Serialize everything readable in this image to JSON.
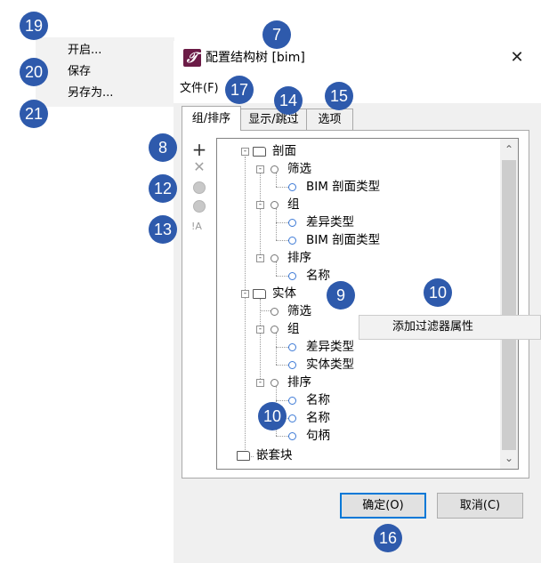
{
  "file_menu": {
    "items": [
      "开启...",
      "保存",
      "另存为..."
    ]
  },
  "dialog": {
    "title": "配置结构树 [bim]",
    "app_icon_glyph": "𝒯",
    "close_glyph": "✕",
    "menu": {
      "file": "文件(F)"
    },
    "tabs": [
      "组/排序",
      "显示/跳过",
      "选项"
    ],
    "active_tab": 0,
    "toolbar": {
      "add_glyph": "+",
      "remove_glyph": "✕",
      "ia_label": "!A"
    },
    "tree_nodes": [
      "剖面",
      "筛选",
      "BIM 剖面类型",
      "组",
      "差异类型",
      "BIM 剖面类型",
      "排序",
      "名称",
      "实体",
      "筛选",
      "组",
      "差异类型",
      "实体类型",
      "排序",
      "名称",
      "名称",
      "句柄",
      "嵌套块"
    ],
    "context_menu": {
      "item": "添加过滤器属性"
    },
    "buttons": {
      "ok": "确定(O)",
      "cancel": "取消(C)"
    },
    "scroll": {
      "up": "⌃",
      "down": "⌄"
    }
  },
  "markers": [
    "19",
    "20",
    "21",
    "7",
    "17",
    "14",
    "15",
    "8",
    "12",
    "13",
    "9",
    "10",
    "10",
    "16"
  ],
  "colors": {
    "accent": "#0078d7",
    "marker": "#2e5aac",
    "icon": "#6b1b46"
  }
}
